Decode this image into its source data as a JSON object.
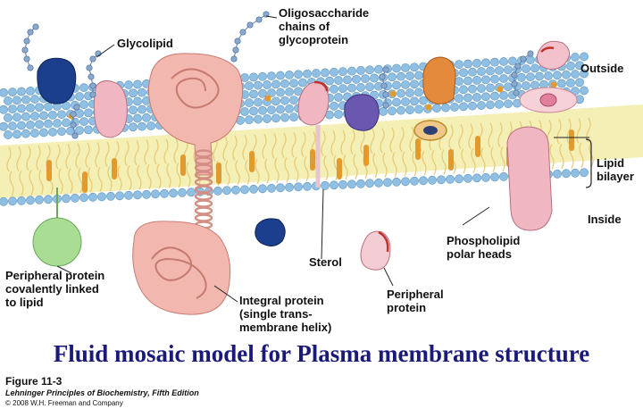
{
  "diagram": {
    "labels": {
      "glycolipid": "Glycolipid",
      "oligosaccharide": "Oligosaccharide\nchains of\nglycoprotein",
      "outside": "Outside",
      "lipid_bilayer": "Lipid\nbilayer",
      "inside": "Inside",
      "phospholipid_heads": "Phospholipid\npolar heads",
      "sterol": "Sterol",
      "peripheral_lipid": "Peripheral protein\ncovalently linked\nto lipid",
      "integral": "Integral protein\n(single trans-\nmembrane helix)",
      "peripheral": "Peripheral\nprotein"
    },
    "colors": {
      "head": "#8fc0e3",
      "head_stroke": "#5f93bd",
      "core": "#f4efb4",
      "tail": "#e7c875",
      "sterol": "#e39a2c",
      "integral_protein": "#f2b8b0",
      "pink_protein": "#f0b7c2",
      "navy_protein": "#1b3f8c",
      "purple_protein": "#6a58b0",
      "orange_protein": "#e38a3c",
      "green_protein": "#a8dd93",
      "sugar": "#8aa9cf",
      "caption": "#1a1a7a"
    }
  },
  "caption": "Fluid mosaic model for Plasma membrane structure",
  "figure": {
    "number": "Figure 11-3",
    "book": "Lehninger Principles of Biochemistry, Fifth Edition",
    "copyright": "© 2008 W.H. Freeman and Company"
  }
}
